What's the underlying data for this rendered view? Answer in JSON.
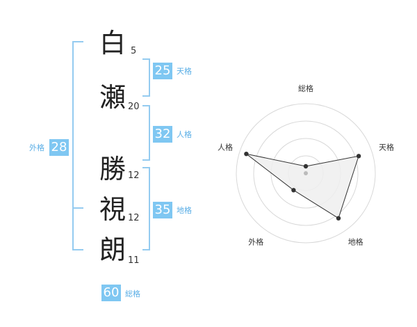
{
  "name": {
    "chars": [
      {
        "char": "白",
        "strokes": "5"
      },
      {
        "char": "瀬",
        "strokes": "20"
      },
      {
        "char": "勝",
        "strokes": "12"
      },
      {
        "char": "視",
        "strokes": "12"
      },
      {
        "char": "朗",
        "strokes": "11"
      }
    ]
  },
  "kakaku": {
    "tenkaku": {
      "value": "25",
      "label": "天格"
    },
    "jinkaku": {
      "value": "32",
      "label": "人格"
    },
    "chikaku": {
      "value": "35",
      "label": "地格"
    },
    "gaikaku": {
      "value": "28",
      "label": "外格"
    },
    "soukaku": {
      "value": "60",
      "label": "総格"
    }
  },
  "colors": {
    "accent_box": "#7fc7f2",
    "bracket": "#94cbf0",
    "label_text": "#5aaee6",
    "radar_grid": "#d8d8d8",
    "radar_fill": "#eeeeee",
    "radar_line": "#333333"
  },
  "chart_data": {
    "type": "radar",
    "axes": [
      "総格",
      "天格",
      "地格",
      "外格",
      "人格"
    ],
    "max": 5,
    "rings": 4,
    "values": [
      0.5,
      4,
      4,
      1.5,
      4.5
    ]
  }
}
